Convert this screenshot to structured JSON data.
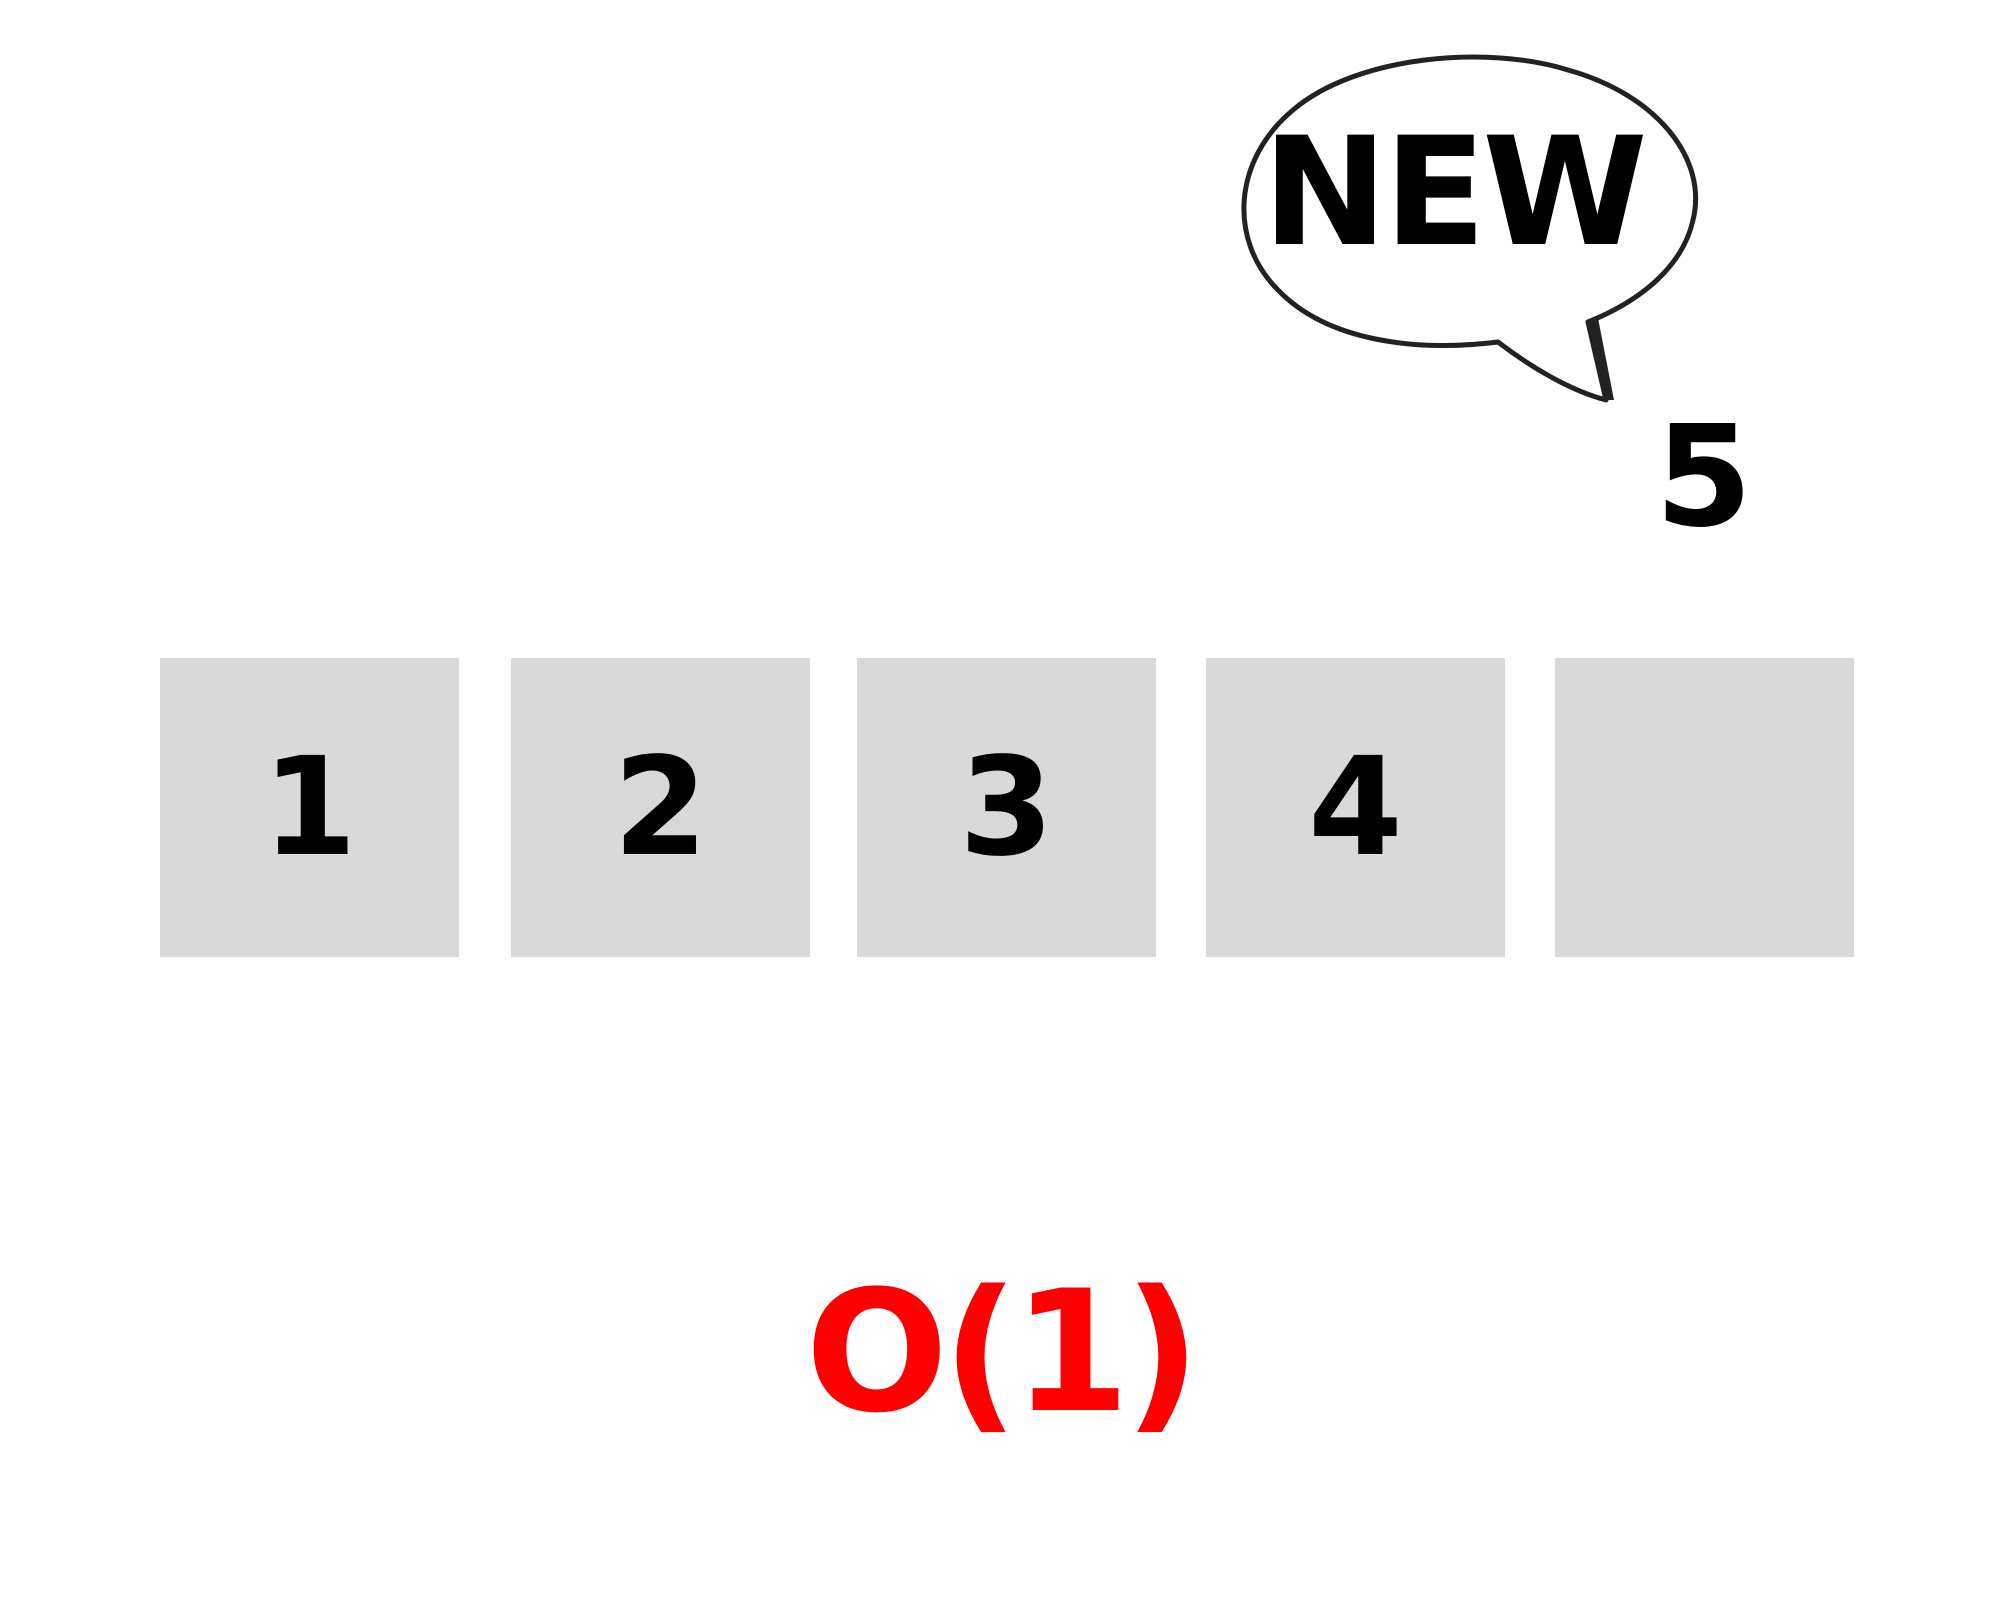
{
  "array": {
    "cells": [
      {
        "value": "1"
      },
      {
        "value": "2"
      },
      {
        "value": "3"
      },
      {
        "value": "4"
      },
      {
        "value": ""
      }
    ],
    "cell_color": "#d9d9d9"
  },
  "speech_bubble": {
    "text": "NEW",
    "outline_color": "#222222"
  },
  "incoming_element": {
    "value": "5"
  },
  "complexity": {
    "text": "O(1)",
    "color": "#ff0000"
  }
}
